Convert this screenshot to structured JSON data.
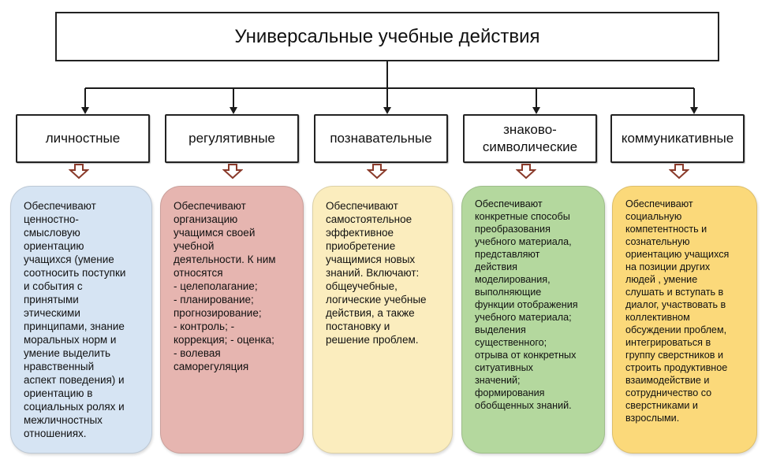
{
  "title": "Универсальные учебные действия",
  "colors": {
    "line": "#1a1a1a",
    "arrow": "#8a3a2a",
    "card_blue": "#d6e4f3",
    "card_red": "#e6b5b0",
    "card_yellow": "#fbedbe",
    "card_green": "#b4d89e",
    "card_gold": "#fbd97a"
  },
  "categories": [
    {
      "label": "личностные",
      "description": "Обеспечивают\nценностно-\nсмысловую\nориентацию\nучащихся (умение\nсоотносить поступки\nи события с\nпринятыми\nэтическими\nпринципами, знание\nморальных норм и\nумение выделить\nнравственный\nаспект поведения) и\nориентацию в\nсоциальных ролях и\nмежличностных\nотношениях."
    },
    {
      "label": "регулятивные",
      "description": "Обеспечивают\nорганизацию\nучащимся своей\nучебной\nдеятельности. К ним\nотносятся\n-  целеполагание;\n- планирование;\nпрогнозирование;\n- контроль; -\nкоррекция; -  оценка;\n-  волевая\nсаморегуляция"
    },
    {
      "label": "познавательные",
      "description": "Обеспечивают\nсамостоятельное\nэффективное\nприобретение\nучащимися новых\nзнаний. Включают:\nобщеучебные,\nлогические учебные\nдействия, а также\nпостановку и\nрешение проблем."
    },
    {
      "label": "знаково-\nсимволические",
      "description": "Обеспечивают\nконкретные способы\nпреобразования\nучебного материала,\nпредставляют\nдействия\nмоделирования,\nвыполняющие\nфункции отображения\nучебного материала;\nвыделения\nсущественного;\nотрыва от конкретных\nситуативных\nзначений;\nформирования\nобобщенных знаний."
    },
    {
      "label": "коммуникативные",
      "description": "Обеспечивают\nсоциальную\nкомпетентность и\nсознательную\nориентацию учащихся\nна позиции других\nлюдей , умение\nслушать и вступать в\nдиалог, участвовать в\nколлективном\nобсуждении проблем,\nинтегрироваться в\nгруппу сверстников и\nстроить продуктивное\nвзаимодействие и\nсотрудничество со\nсверстниками и\nвзрослыми."
    }
  ]
}
